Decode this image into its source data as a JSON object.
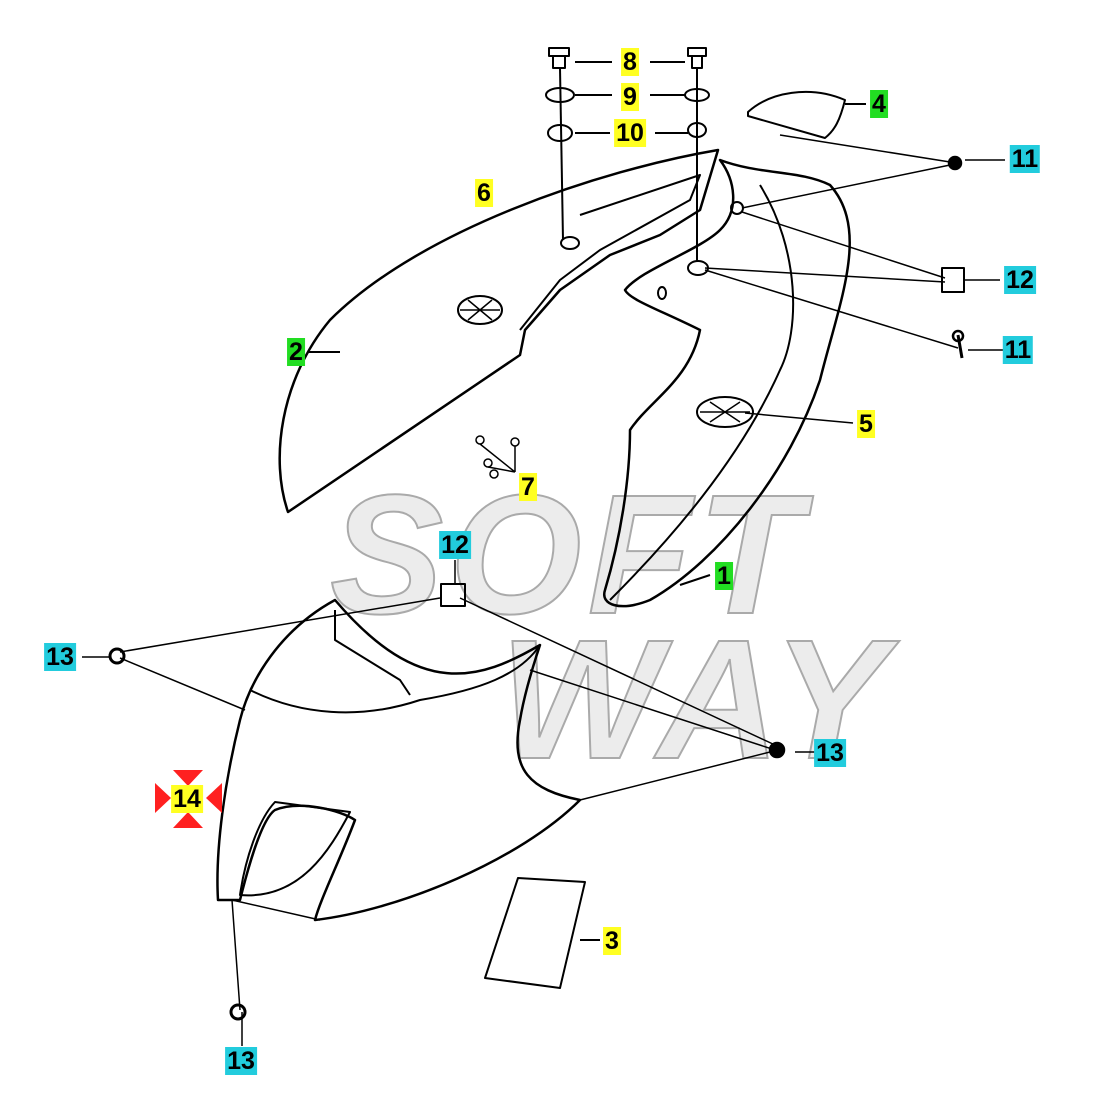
{
  "watermark": {
    "line1": "SOFT",
    "line2": "WAY"
  },
  "colors": {
    "yellow": "#ffff22",
    "green": "#22dd22",
    "cyan": "#22ccdd",
    "marker": "#ff2020"
  },
  "callouts": [
    {
      "number": "8",
      "color": "yellow"
    },
    {
      "number": "9",
      "color": "yellow"
    },
    {
      "number": "10",
      "color": "yellow"
    },
    {
      "number": "4",
      "color": "green"
    },
    {
      "number": "11",
      "color": "cyan"
    },
    {
      "number": "6",
      "color": "yellow"
    },
    {
      "number": "12",
      "color": "cyan"
    },
    {
      "number": "2",
      "color": "green"
    },
    {
      "number": "11",
      "color": "cyan"
    },
    {
      "number": "5",
      "color": "yellow"
    },
    {
      "number": "7",
      "color": "yellow"
    },
    {
      "number": "12",
      "color": "cyan"
    },
    {
      "number": "1",
      "color": "green"
    },
    {
      "number": "13",
      "color": "cyan"
    },
    {
      "number": "13",
      "color": "cyan"
    },
    {
      "number": "14",
      "color": "yellow"
    },
    {
      "number": "3",
      "color": "yellow"
    },
    {
      "number": "13",
      "color": "cyan"
    }
  ]
}
